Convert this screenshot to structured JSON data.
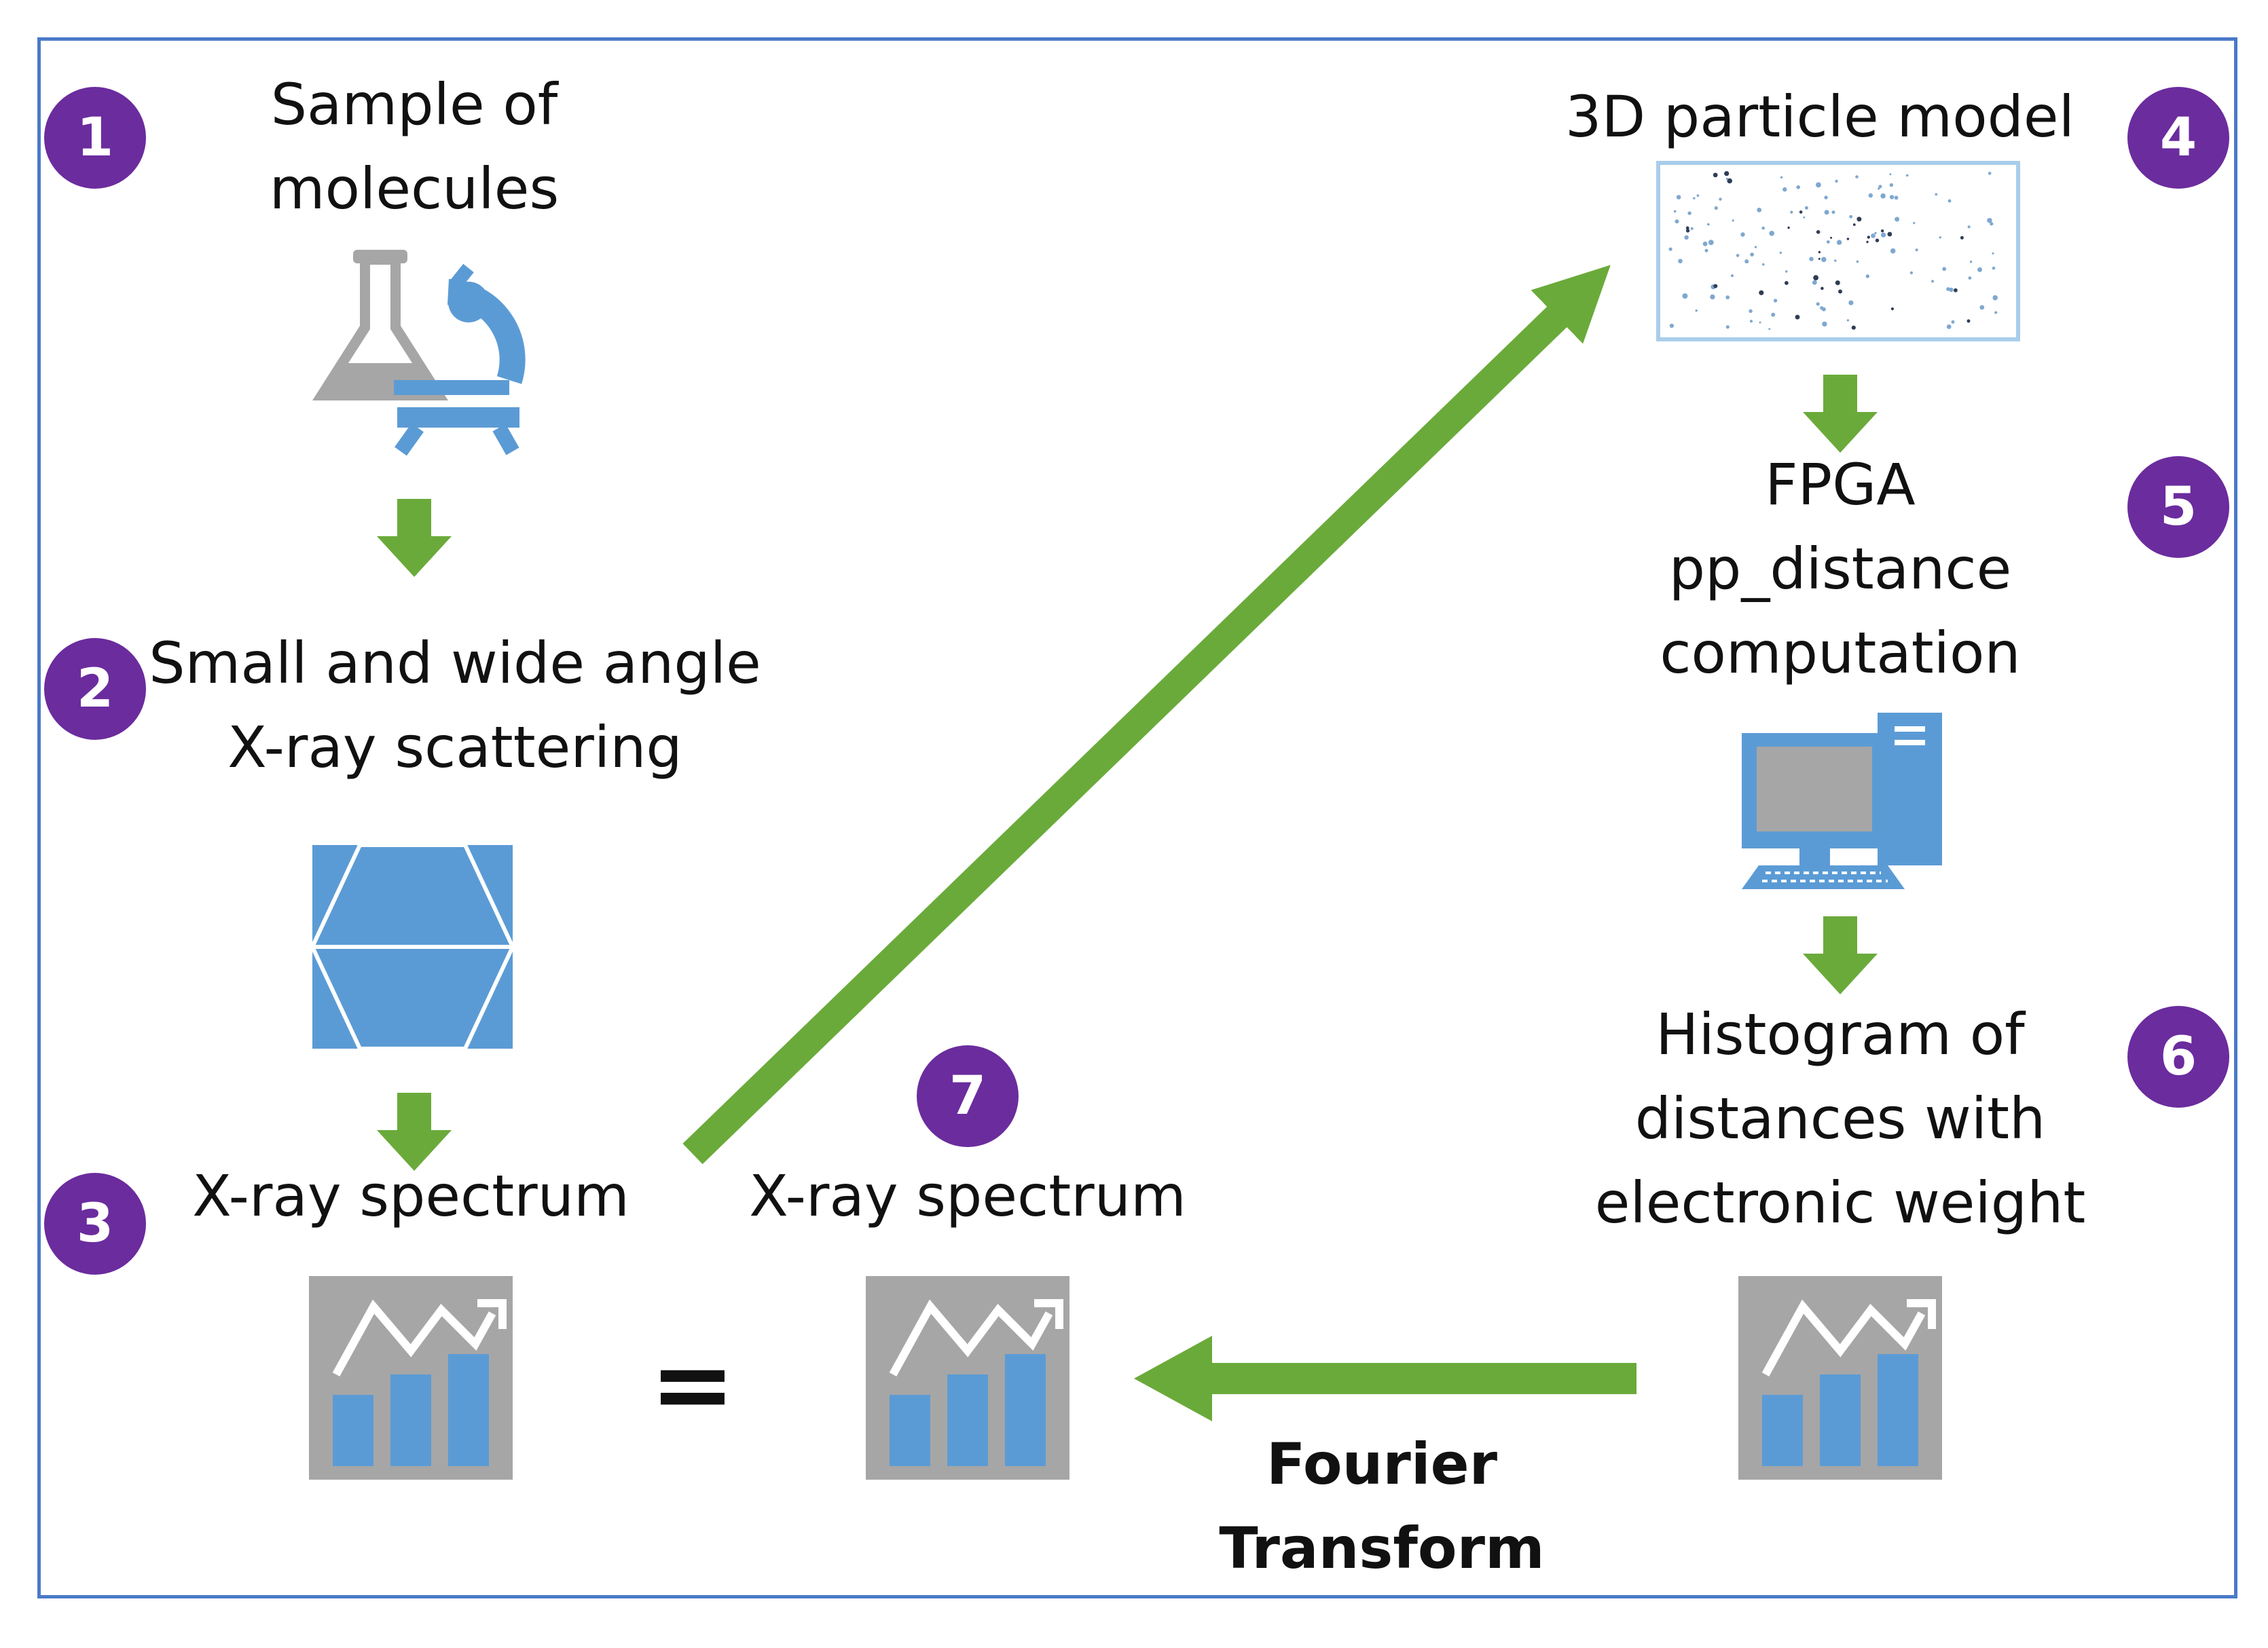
{
  "steps": [
    {
      "number": "1",
      "label_lines": [
        "Sample of",
        "molecules"
      ],
      "icon": "lab-flask-microscope-icon"
    },
    {
      "number": "2",
      "label_lines": [
        "Small and wide angle",
        "X-ray scattering"
      ],
      "icon": "hexagon-tile-icon"
    },
    {
      "number": "3",
      "label_lines": [
        "X-ray spectrum"
      ],
      "icon": "chart-trend-icon"
    },
    {
      "number": "4",
      "label_lines": [
        "3D particle model"
      ],
      "icon": "particle-scatter-thumbnail"
    },
    {
      "number": "5",
      "label_lines": [
        "FPGA",
        "pp_distance",
        "computation"
      ],
      "icon": "desktop-computer-icon"
    },
    {
      "number": "6",
      "label_lines": [
        "Histogram of",
        "distances with",
        "electronic weight"
      ],
      "icon": "chart-trend-icon"
    },
    {
      "number": "7",
      "label_lines": [
        "X-ray spectrum"
      ],
      "icon": "chart-trend-icon"
    }
  ],
  "equals_sign": "=",
  "transform_label_lines": [
    "Fourier",
    "Transform"
  ],
  "colors": {
    "border": "#4a7ac8",
    "badge": "#6b2c9e",
    "arrow": "#6aaa3a",
    "icon_blue": "#5b9bd5",
    "icon_gray": "#a6a6a6"
  }
}
